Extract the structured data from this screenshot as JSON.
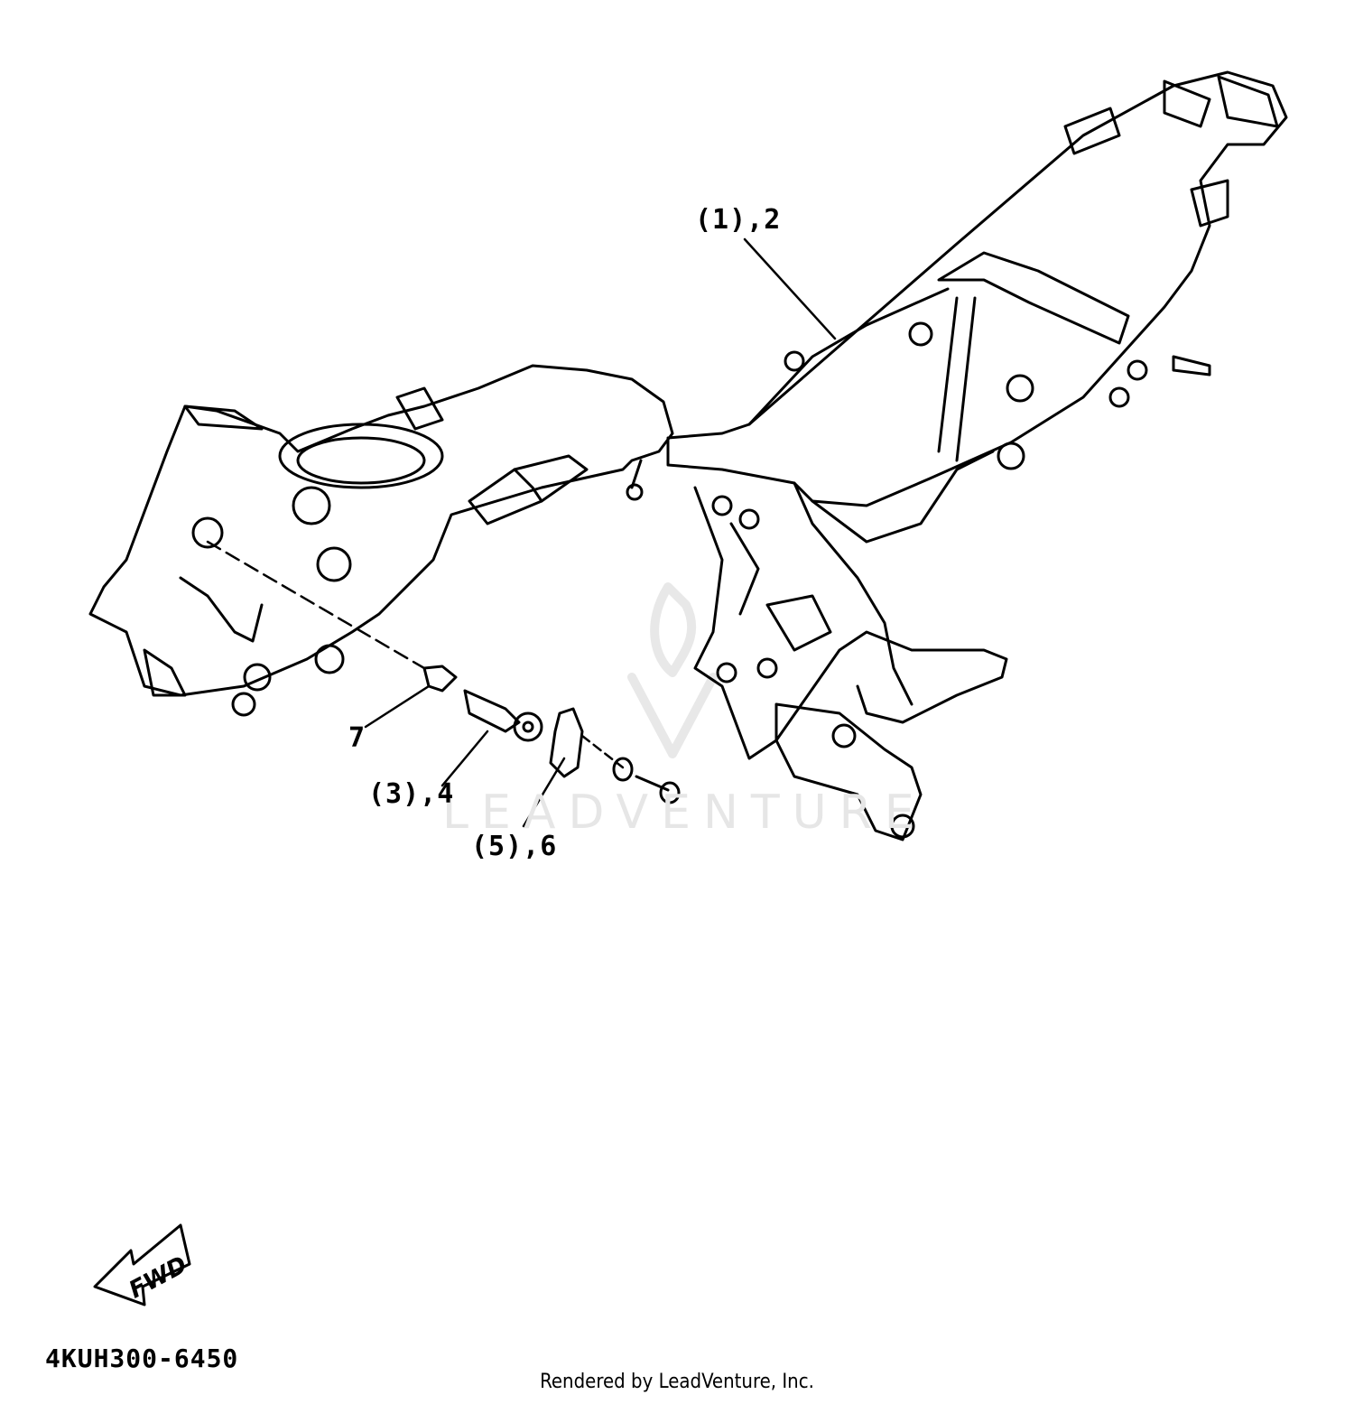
{
  "diagram": {
    "callouts": [
      {
        "id": "c1",
        "text": "(1),2"
      },
      {
        "id": "c7",
        "text": "7"
      },
      {
        "id": "c3",
        "text": "(3),4"
      },
      {
        "id": "c5",
        "text": "(5),6"
      }
    ],
    "fwd_label": "FWD",
    "part_code": "4KUH300-6450",
    "credit": "Rendered by LeadVenture, Inc.",
    "watermark": "LEADVENTURE"
  }
}
